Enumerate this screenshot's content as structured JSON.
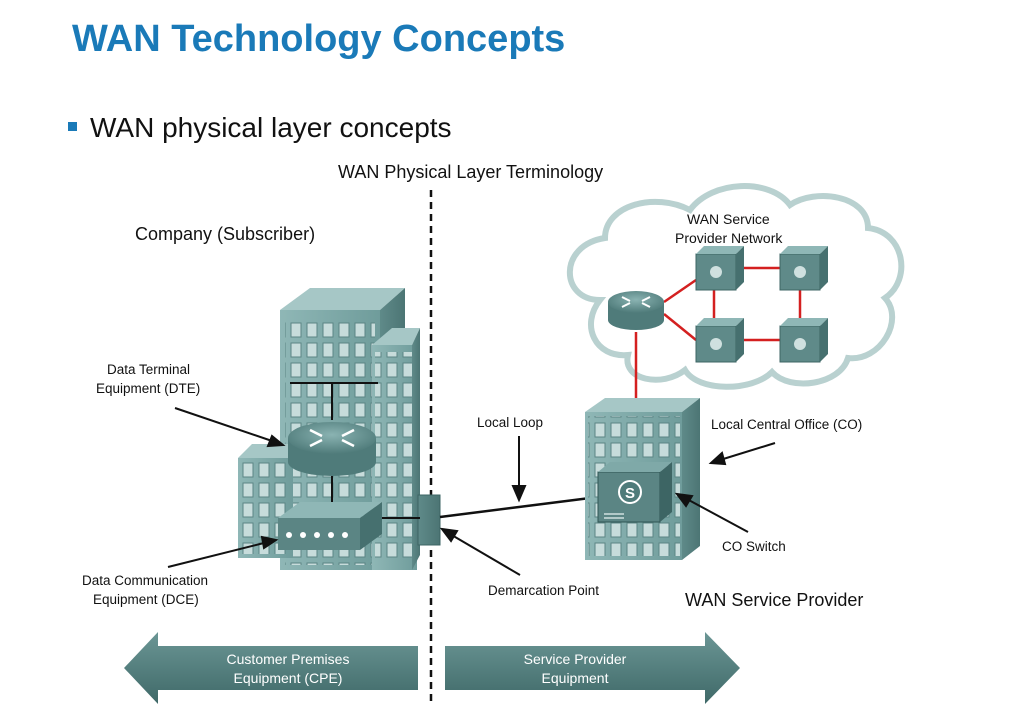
{
  "slide": {
    "title": "WAN Technology Concepts",
    "bullet": "WAN physical layer concepts"
  },
  "diagram": {
    "heading": "WAN Physical Layer Terminology",
    "company_label": "Company (Subscriber)",
    "cloud_label_1": "WAN Service",
    "cloud_label_2": "Provider Network",
    "dte_label_1": "Data Terminal",
    "dte_label_2": "Equipment (DTE)",
    "dce_label_1": "Data Communication",
    "dce_label_2": "Equipment (DCE)",
    "local_loop_label": "Local Loop",
    "co_label": "Local Central Office (CO)",
    "co_switch_label": "CO Switch",
    "demarc_label": "Demarcation Point",
    "provider_label": "WAN Service Provider",
    "switch_glyph": "S",
    "cpe_arrow_1": "Customer Premises",
    "cpe_arrow_2": "Equipment (CPE)",
    "sp_arrow_1": "Service Provider",
    "sp_arrow_2": "Equipment"
  },
  "colors": {
    "title": "#1a7ab8",
    "building": "#7fa9a8",
    "building_dark": "#5b8584",
    "arrow_fill": "#4f7a79",
    "link_red": "#d42020"
  }
}
